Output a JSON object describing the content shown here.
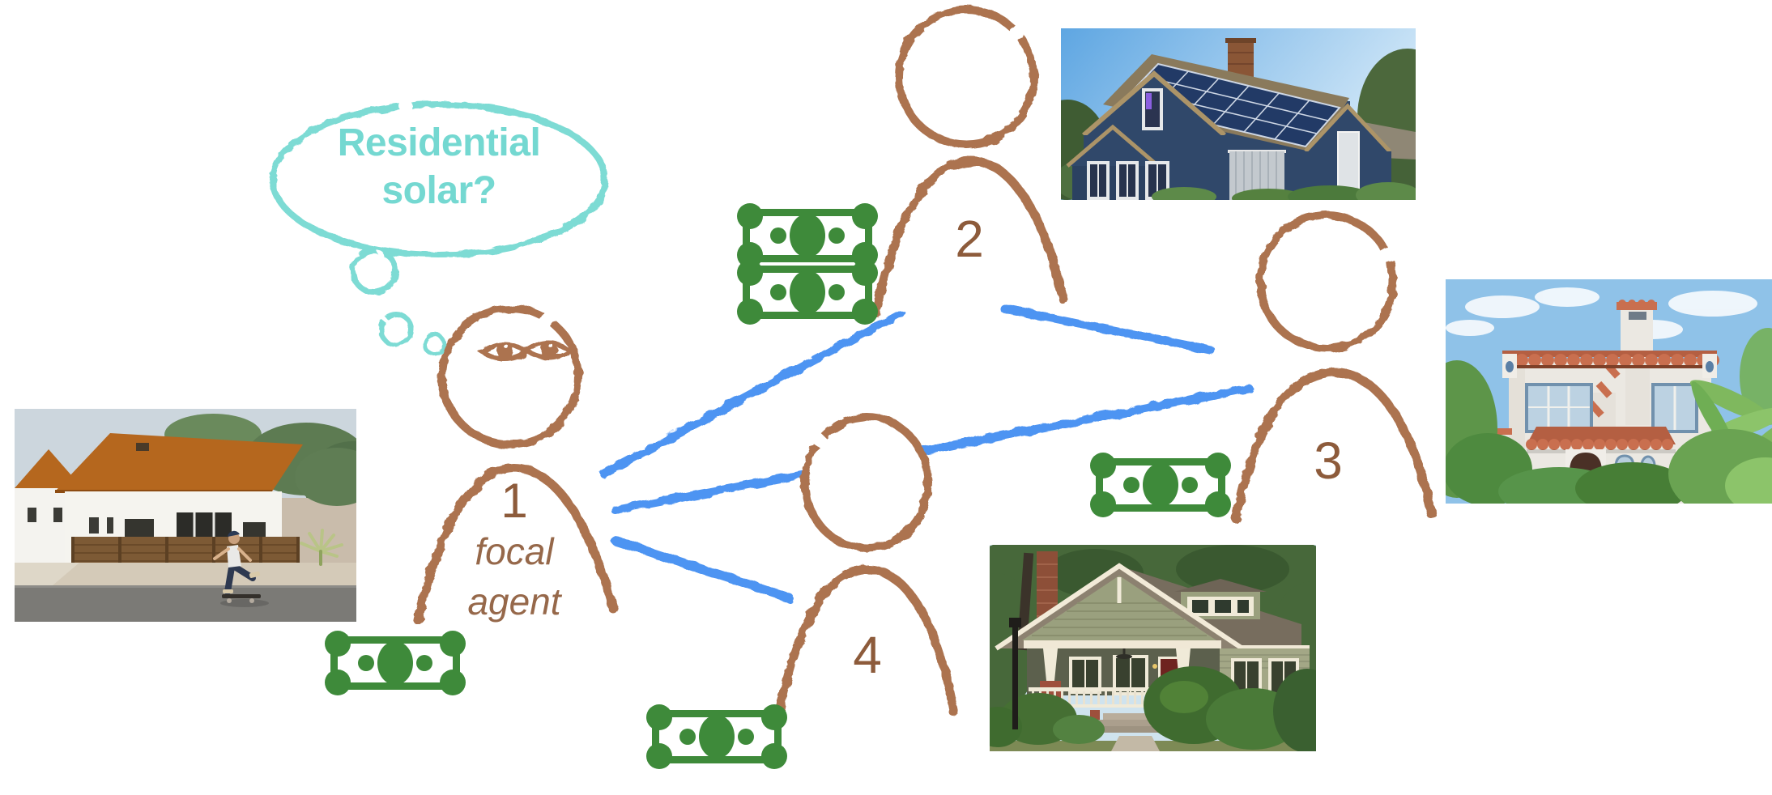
{
  "figure": {
    "type": "diagram",
    "topic": "social network influence on residential solar adoption"
  },
  "thought_bubble": {
    "text": "Residential\nsolar?"
  },
  "agents": [
    {
      "id": "1",
      "label": "1",
      "sublabel": "focal\nagent",
      "money_bills": 1,
      "has_eyes_icon": true,
      "house_photo": "modern-white-house-orange-metal-roof-skateboarder"
    },
    {
      "id": "2",
      "label": "2",
      "money_bills": 2,
      "house_photo": "navy-blue-house-with-rooftop-solar-panels"
    },
    {
      "id": "3",
      "label": "3",
      "money_bills": 1,
      "house_photo": "white-spanish-stucco-house-red-tile-roof-palms"
    },
    {
      "id": "4",
      "label": "4",
      "money_bills": 1,
      "house_photo": "sage-green-craftsman-bungalow-brick-porch"
    }
  ],
  "edges": [
    {
      "from": "1",
      "to": "2"
    },
    {
      "from": "1",
      "to": "3"
    },
    {
      "from": "1",
      "to": "4"
    },
    {
      "from": "2",
      "to": "3"
    }
  ],
  "icons": {
    "money": "dollar-banknote-icon",
    "eyes": "watching-eyes-icon",
    "bubble": "thought-bubble-icon"
  },
  "colors": {
    "sketch_brown": "#AC7350",
    "label_brown": "#8D5B3B",
    "edge_blue": "#4D94F2",
    "money_green": "#3E8A3A",
    "bubble_teal": "#79DAD3",
    "background": "#FFFFFF"
  }
}
